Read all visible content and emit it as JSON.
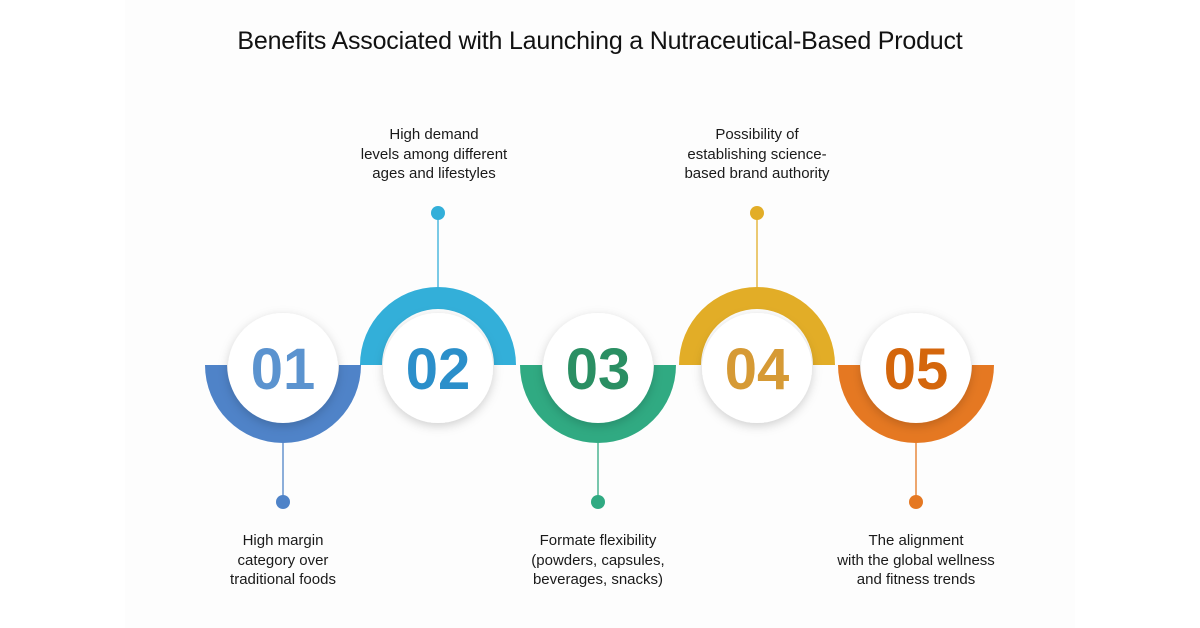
{
  "title": "Benefits Associated with Launching a Nutraceutical-Based Product",
  "steps": [
    {
      "number": "01",
      "text": "High margin\ncategory over\ntraditional foods",
      "arc_color": "#4f83c8",
      "number_color": "#5b93cf",
      "position": "bottom"
    },
    {
      "number": "02",
      "text": "High demand\nlevels among different\nages and lifestyles",
      "arc_color": "#33afd9",
      "number_color": "#2b8fca",
      "position": "top"
    },
    {
      "number": "03",
      "text": "Formate flexibility\n(powders, capsules,\nbeverages, snacks)",
      "arc_color": "#30aa82",
      "number_color": "#2a8f63",
      "position": "bottom"
    },
    {
      "number": "04",
      "text": "Possibility of\nestablishing science-\nbased brand authority",
      "arc_color": "#e2ad27",
      "number_color": "#d69a35",
      "position": "top"
    },
    {
      "number": "05",
      "text": "The alignment\nwith the global wellness\nand fitness trends",
      "arc_color": "#e57822",
      "number_color": "#d4660c",
      "position": "bottom"
    }
  ]
}
